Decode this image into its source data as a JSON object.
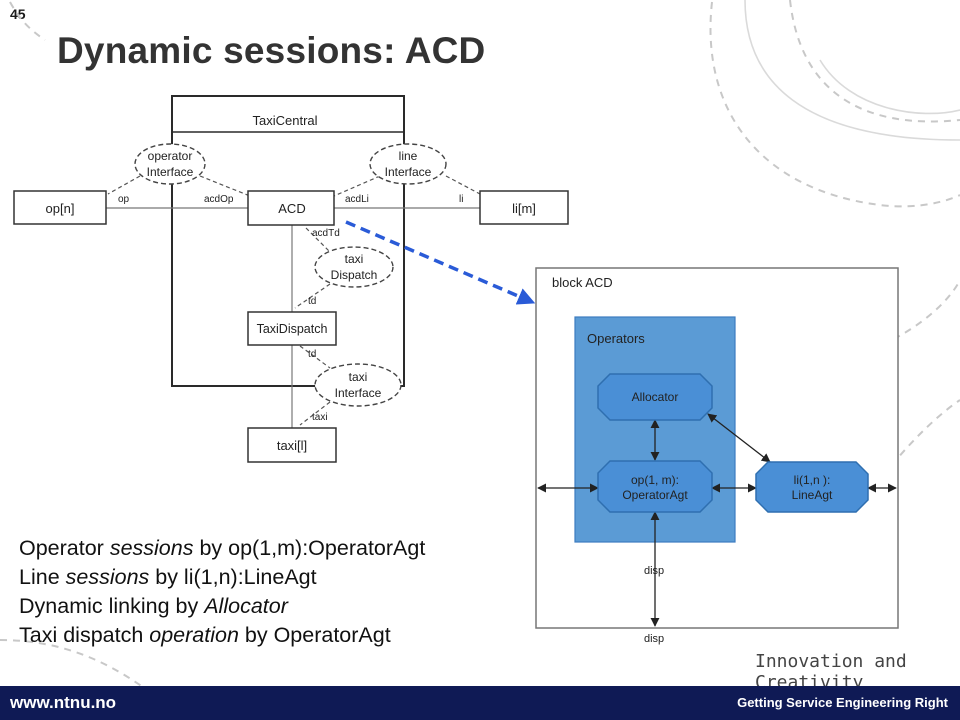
{
  "slide": {
    "number": "45",
    "title": "Dynamic sessions: ACD"
  },
  "left_diagram": {
    "composite_label": "TaxiCentral",
    "boxes": {
      "op": "op[n]",
      "acd": "ACD",
      "li": "li[m]",
      "taxi_dispatch": "TaxiDispatch",
      "taxi": "taxi[l]"
    },
    "collaborations": {
      "operator_interface": [
        "operator",
        "Interface"
      ],
      "line_interface": [
        "line",
        "Interface"
      ],
      "taxi_dispatch": [
        "taxi",
        "Dispatch"
      ],
      "taxi_interface": [
        "taxi",
        "Interface"
      ]
    },
    "role_labels": {
      "op": "op",
      "acdOp": "acdOp",
      "acdLi": "acdLi",
      "li": "li",
      "acdTd": "acdTd",
      "td_top": "td",
      "td_bottom": "td",
      "taxi": "taxi"
    }
  },
  "right_diagram": {
    "block_label": "block ACD",
    "group_label": "Operators",
    "nodes": {
      "allocator": "Allocator",
      "operator_agt": [
        "op(1, m):",
        "OperatorAgt"
      ],
      "line_agt": [
        "li(1,n ):",
        "LineAgt"
      ]
    },
    "port_labels": {
      "disp_inner": "disp",
      "disp_outer": "disp"
    }
  },
  "bullets": [
    [
      {
        "t": "Operator ",
        "i": false
      },
      {
        "t": "sessions",
        "i": true
      },
      {
        "t": " by op(1,m):OperatorAgt",
        "i": false
      }
    ],
    [
      {
        "t": "Line ",
        "i": false
      },
      {
        "t": "sessions",
        "i": true
      },
      {
        "t": " by li(1,n):LineAgt",
        "i": false
      }
    ],
    [
      {
        "t": "Dynamic linking by ",
        "i": false
      },
      {
        "t": "Allocator",
        "i": true
      }
    ],
    [
      {
        "t": "Taxi dispatch ",
        "i": false
      },
      {
        "t": "operation",
        "i": true
      },
      {
        "t": " by OperatorAgt",
        "i": false
      }
    ]
  ],
  "tagline": "Innovation and Creativity",
  "footer": {
    "url": "www.ntnu.no",
    "right_text": "Getting Service Engineering Right"
  },
  "colors": {
    "footer_bg": "#0f1a55",
    "operators_fill": "#5b9bd5",
    "node_fill": "#4a8fd6",
    "arrow_blue": "#2a5bd7"
  }
}
